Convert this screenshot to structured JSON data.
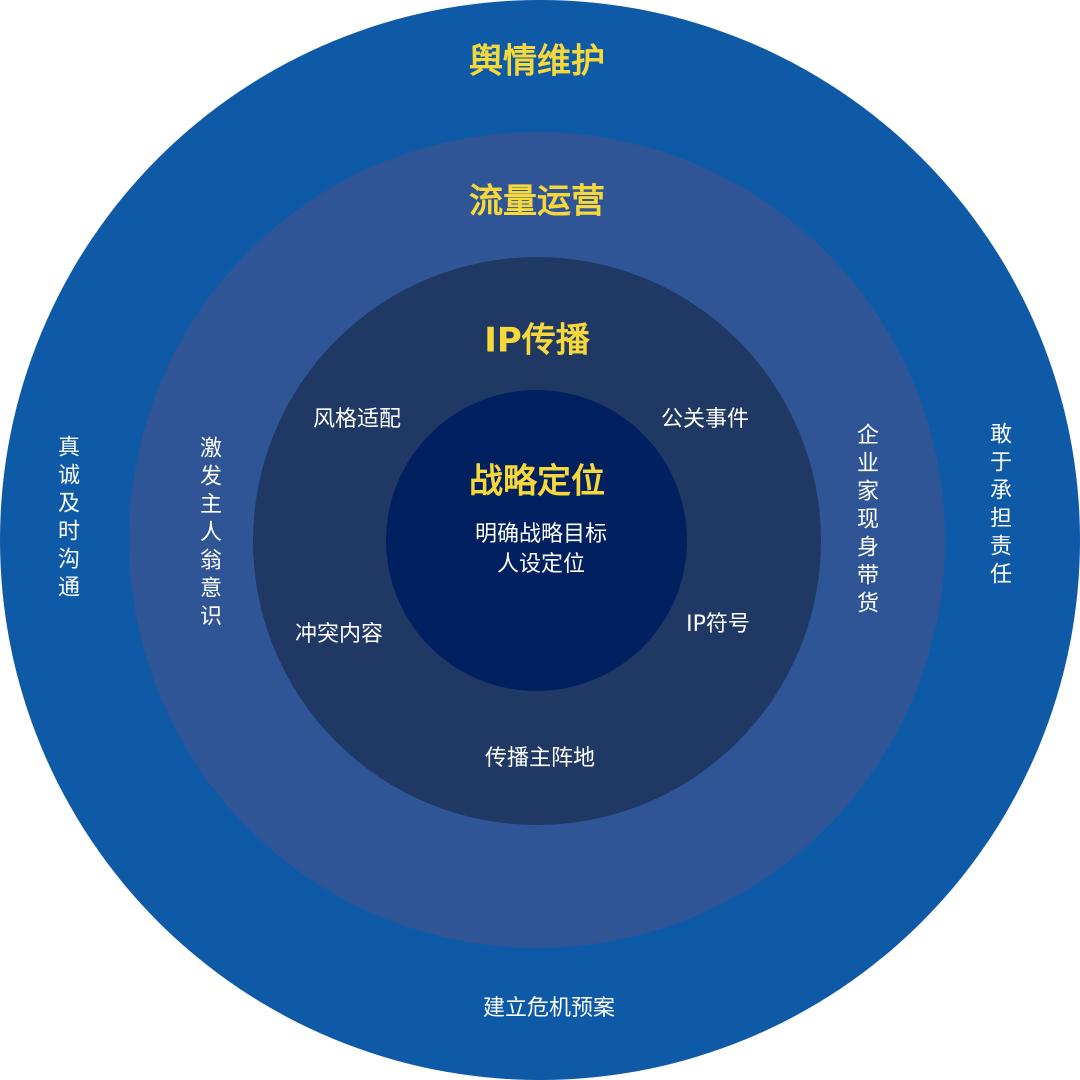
{
  "layers": {
    "outer": {
      "title": "舆情维护",
      "left": "真诚及时沟通",
      "right": "敢于承担责任",
      "bottom": "建立危机预案"
    },
    "second": {
      "title": "流量运营",
      "left": "激发主人翁意识",
      "right": "企业家现身带货"
    },
    "third": {
      "title": "IP传播",
      "top_left": "风格适配",
      "top_right": "公关事件",
      "bottom_left": "冲突内容",
      "bottom_right": "IP符号",
      "bottom": "传播主阵地"
    },
    "core": {
      "title": "战略定位",
      "line1": "明确战略目标",
      "line2": "人设定位"
    }
  },
  "colors": {
    "outer": "#0e5aa7",
    "second": "#2f5597",
    "third": "#203864",
    "core": "#002060",
    "title": "#f6d83a"
  }
}
